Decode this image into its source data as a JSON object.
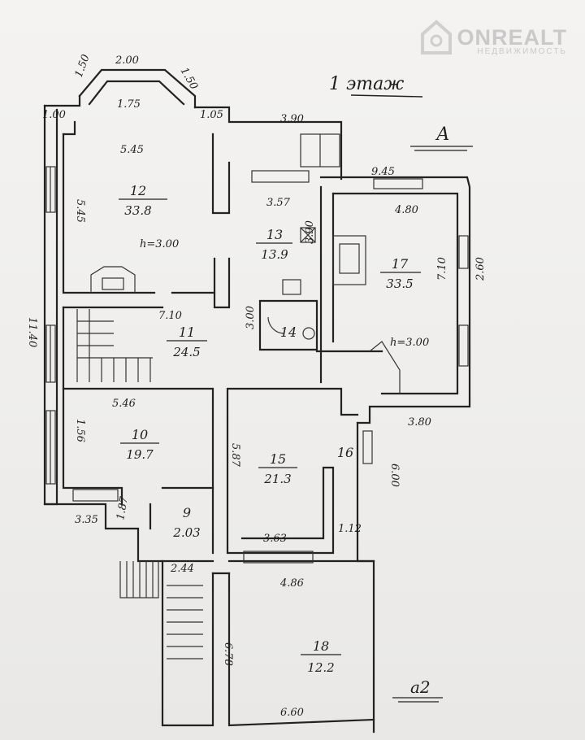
{
  "watermark": {
    "brand": "ONREALT",
    "sub": "НЕДВИЖИМОСТЬ",
    "icon": "house-icon"
  },
  "floor_title": "1 этаж",
  "axis_marks": {
    "a": "А",
    "a2": "а2"
  },
  "ceiling_heights": {
    "left": "h=3.00",
    "right": "h=3.00"
  },
  "rooms": [
    {
      "no": "12",
      "area": "33.8"
    },
    {
      "no": "13",
      "area": "13.9"
    },
    {
      "no": "17",
      "area": "33.5"
    },
    {
      "no": "11",
      "area": "24.5"
    },
    {
      "no": "14",
      "area": ""
    },
    {
      "no": "10",
      "area": "19.7"
    },
    {
      "no": "15",
      "area": "21.3"
    },
    {
      "no": "16",
      "area": ""
    },
    {
      "no": "9",
      "area": "2.03"
    },
    {
      "no": "18",
      "area": "12.2"
    }
  ],
  "dimensions": [
    "2.00",
    "1.50",
    "1.50",
    "1.75",
    "1.00",
    "1.05",
    "3.90",
    "5.45",
    "5.45",
    "9.45",
    "3.57",
    "4.80",
    "3.90",
    "7.10",
    "2.60",
    "7.10",
    "3.00",
    "11.40",
    "5.46",
    "3.80",
    "1.56",
    "5.87",
    "6.00",
    "3.35",
    "1.87",
    "3.63",
    "1.12",
    "2.44",
    "4.86",
    "6.78",
    "6.60"
  ]
}
